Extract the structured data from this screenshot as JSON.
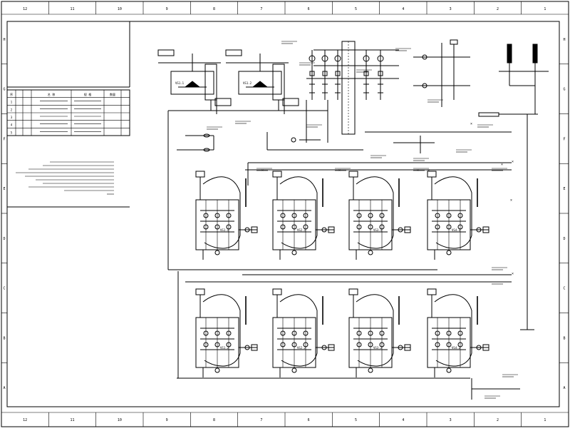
{
  "sheet": {
    "col_labels": [
      "12",
      "11",
      "10",
      "9",
      "8",
      "7",
      "6",
      "5",
      "4",
      "3",
      "2",
      "1"
    ],
    "row_labels": [
      "H",
      "G",
      "F",
      "E",
      "D",
      "C",
      "B",
      "A"
    ]
  },
  "legend": {
    "header": [
      "序",
      "",
      "",
      "名  称",
      "规  格",
      "数量"
    ],
    "rows": [
      [
        "1",
        "",
        "",
        "",
        "",
        ""
      ],
      [
        "2",
        "",
        "",
        "",
        "",
        ""
      ],
      [
        "3",
        "",
        "",
        "",
        "",
        ""
      ],
      [
        "4",
        "",
        "",
        "",
        "",
        ""
      ],
      [
        "5",
        "",
        "",
        "",
        "",
        ""
      ]
    ]
  },
  "units": {
    "top_labels": [
      "VS1.1",
      "VS1.2"
    ],
    "row1_labels": [
      "VS1.1",
      "VS2.1",
      "VS3.1",
      "VS4.1"
    ],
    "row2_labels": [
      "VS1.2",
      "VS2.2",
      "VS3.2",
      "VS4.2"
    ]
  },
  "colors": {
    "line": "#000000",
    "background": "#ffffff"
  }
}
